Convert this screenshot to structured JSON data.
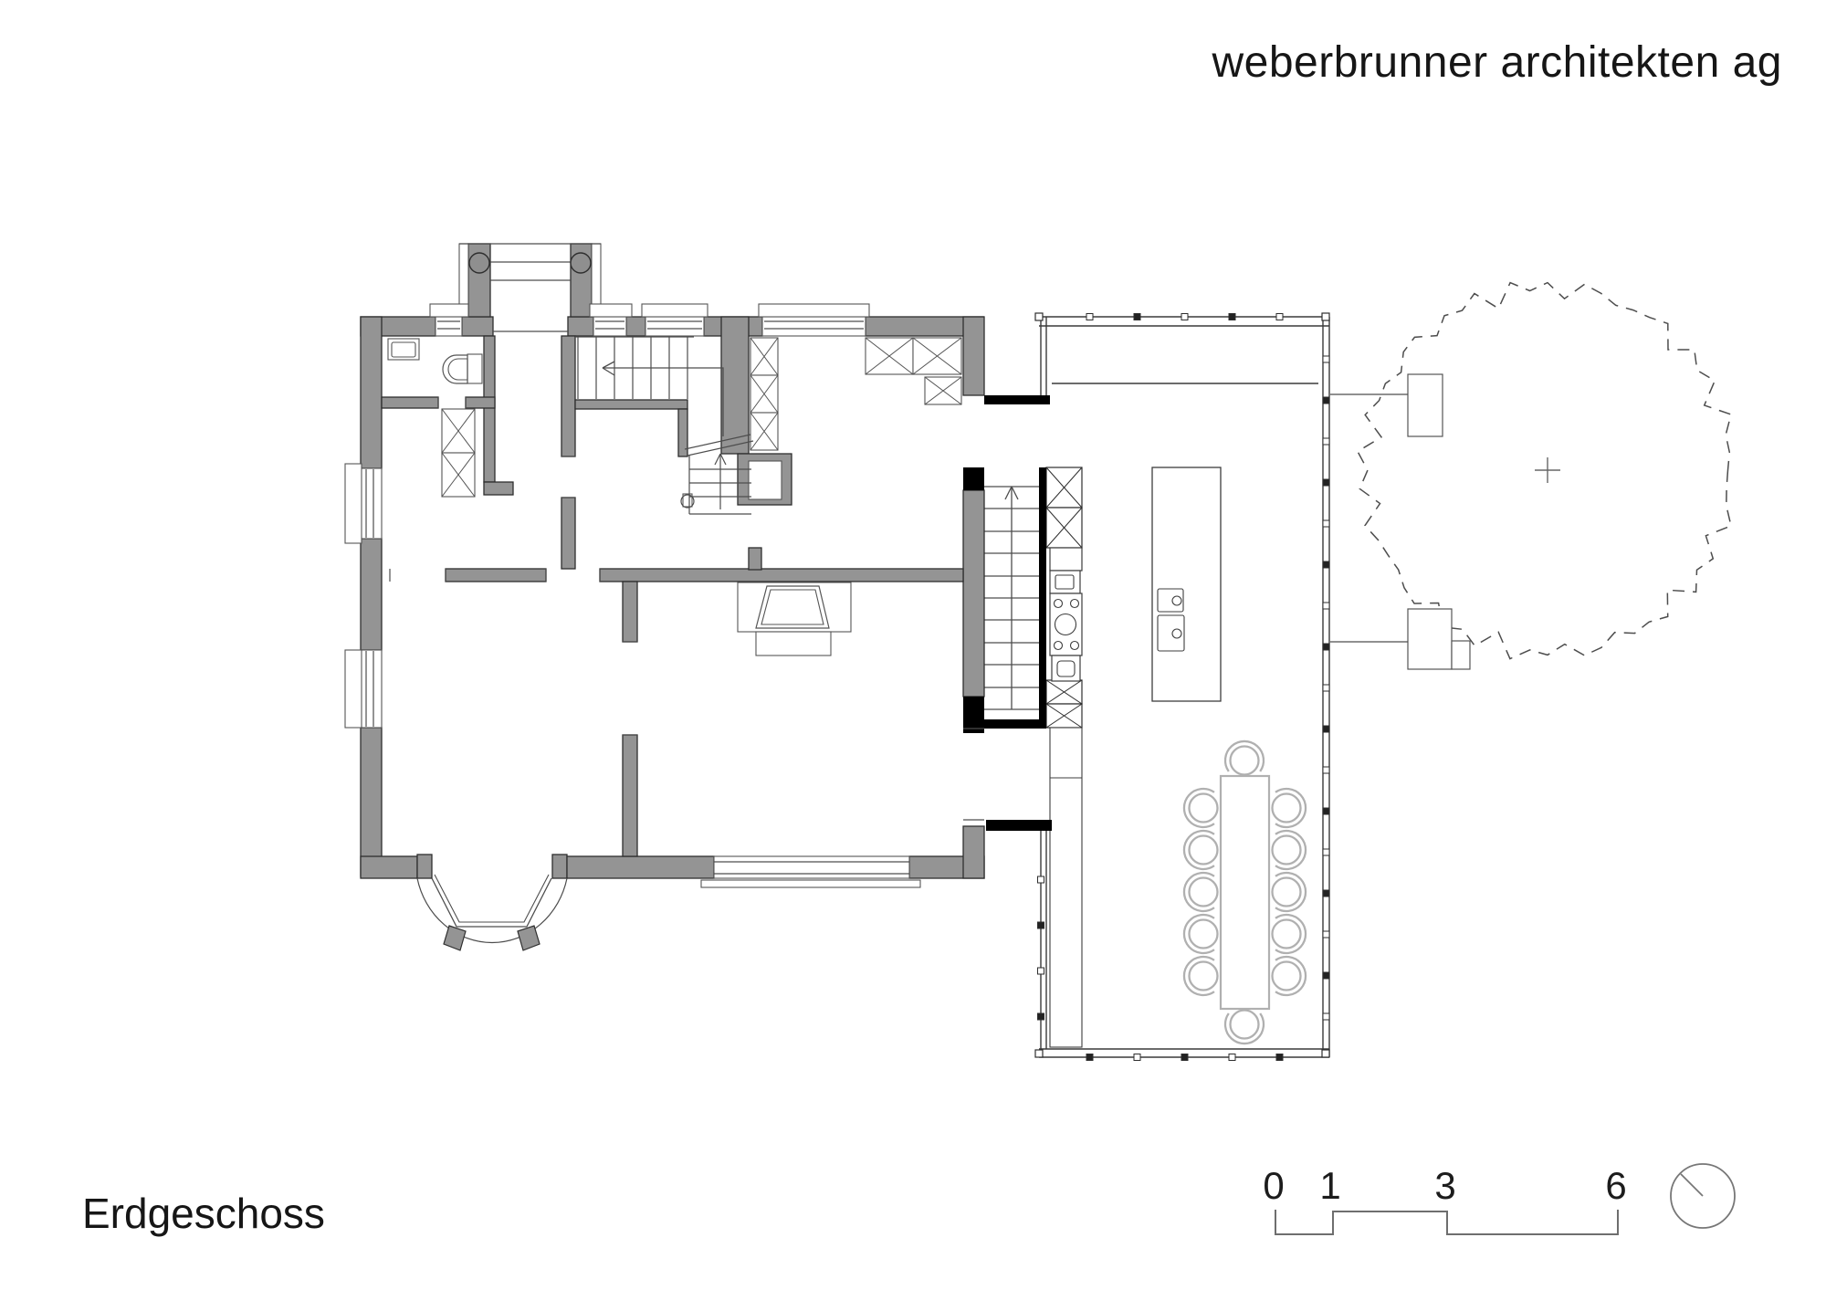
{
  "header": {
    "title": "weberbrunner architekten ag"
  },
  "plan": {
    "label": "Erdgeschoss"
  },
  "scale_bar": {
    "labels": [
      "0",
      "1",
      "3",
      "6"
    ]
  },
  "icons": {
    "north_indicator": "north-circle-icon",
    "tree": "tree-canopy-outline",
    "stair_direction": "up-arrow"
  },
  "colors": {
    "background": "#ffffff",
    "existing_wall_fill": "#949494",
    "wall_outline": "#2e2e2e",
    "new_wall": "#000000",
    "drawing_line": "#4d4d4d",
    "furniture_line": "#b0b0b0",
    "text": "#161616"
  }
}
